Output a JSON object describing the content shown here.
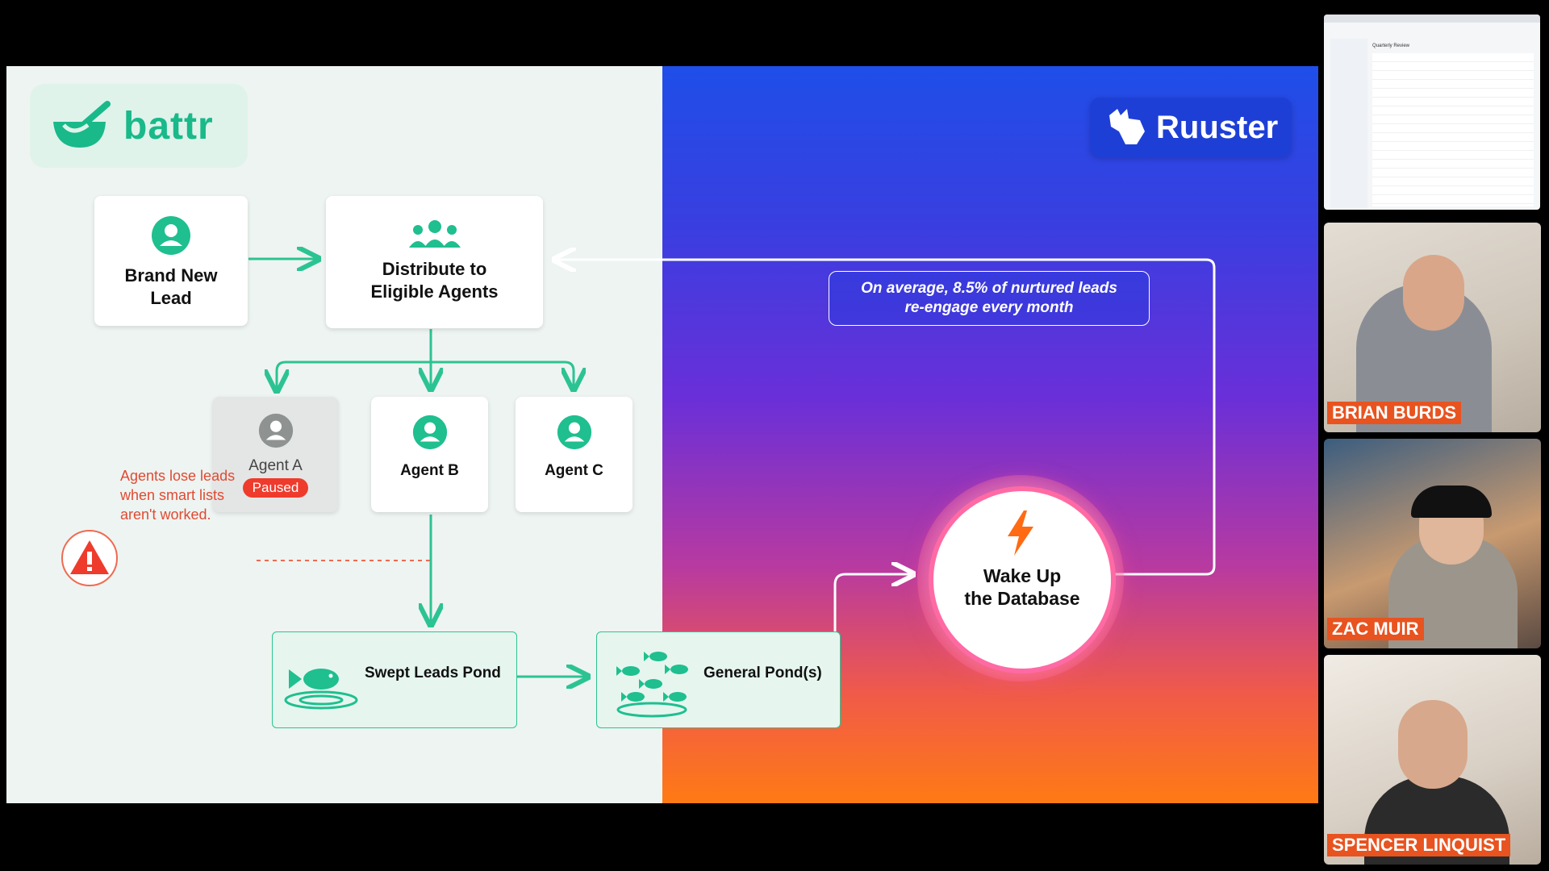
{
  "slide": {
    "left_logo": {
      "text": "battr",
      "brand_color": "#19b98a"
    },
    "right_logo": {
      "text": "Ruuster",
      "brand_color": "#1e3fd6"
    },
    "nodes": {
      "brand_new_lead_line1": "Brand New",
      "brand_new_lead_line2": "Lead",
      "distribute_line1": "Distribute to",
      "distribute_line2": "Eligible Agents",
      "agent_a": "Agent A",
      "agent_a_status": "Paused",
      "agent_b": "Agent B",
      "agent_c": "Agent C",
      "swept_pond": "Swept Leads Pond",
      "general_pond": "General Pond(s)",
      "wake_line1": "Wake Up",
      "wake_line2": "the Database"
    },
    "warning": {
      "line1": "Agents lose leads",
      "line2": "when smart lists",
      "line3": "aren't worked."
    },
    "stat": {
      "line1": "On average, 8.5% of nurtured leads",
      "line2": "re-engage every month"
    },
    "colors": {
      "accent_green": "#2cc393",
      "warn_red": "#e04a33",
      "paused_red": "#ef3b2c",
      "bolt_orange": "#ff6a13"
    }
  },
  "participants": [
    {
      "name": "BRIAN BURDS"
    },
    {
      "name": "ZAC MUIR"
    },
    {
      "name": "SPENCER LINQUIST"
    }
  ],
  "shared_screen": {
    "title": "Quarterly Review"
  }
}
